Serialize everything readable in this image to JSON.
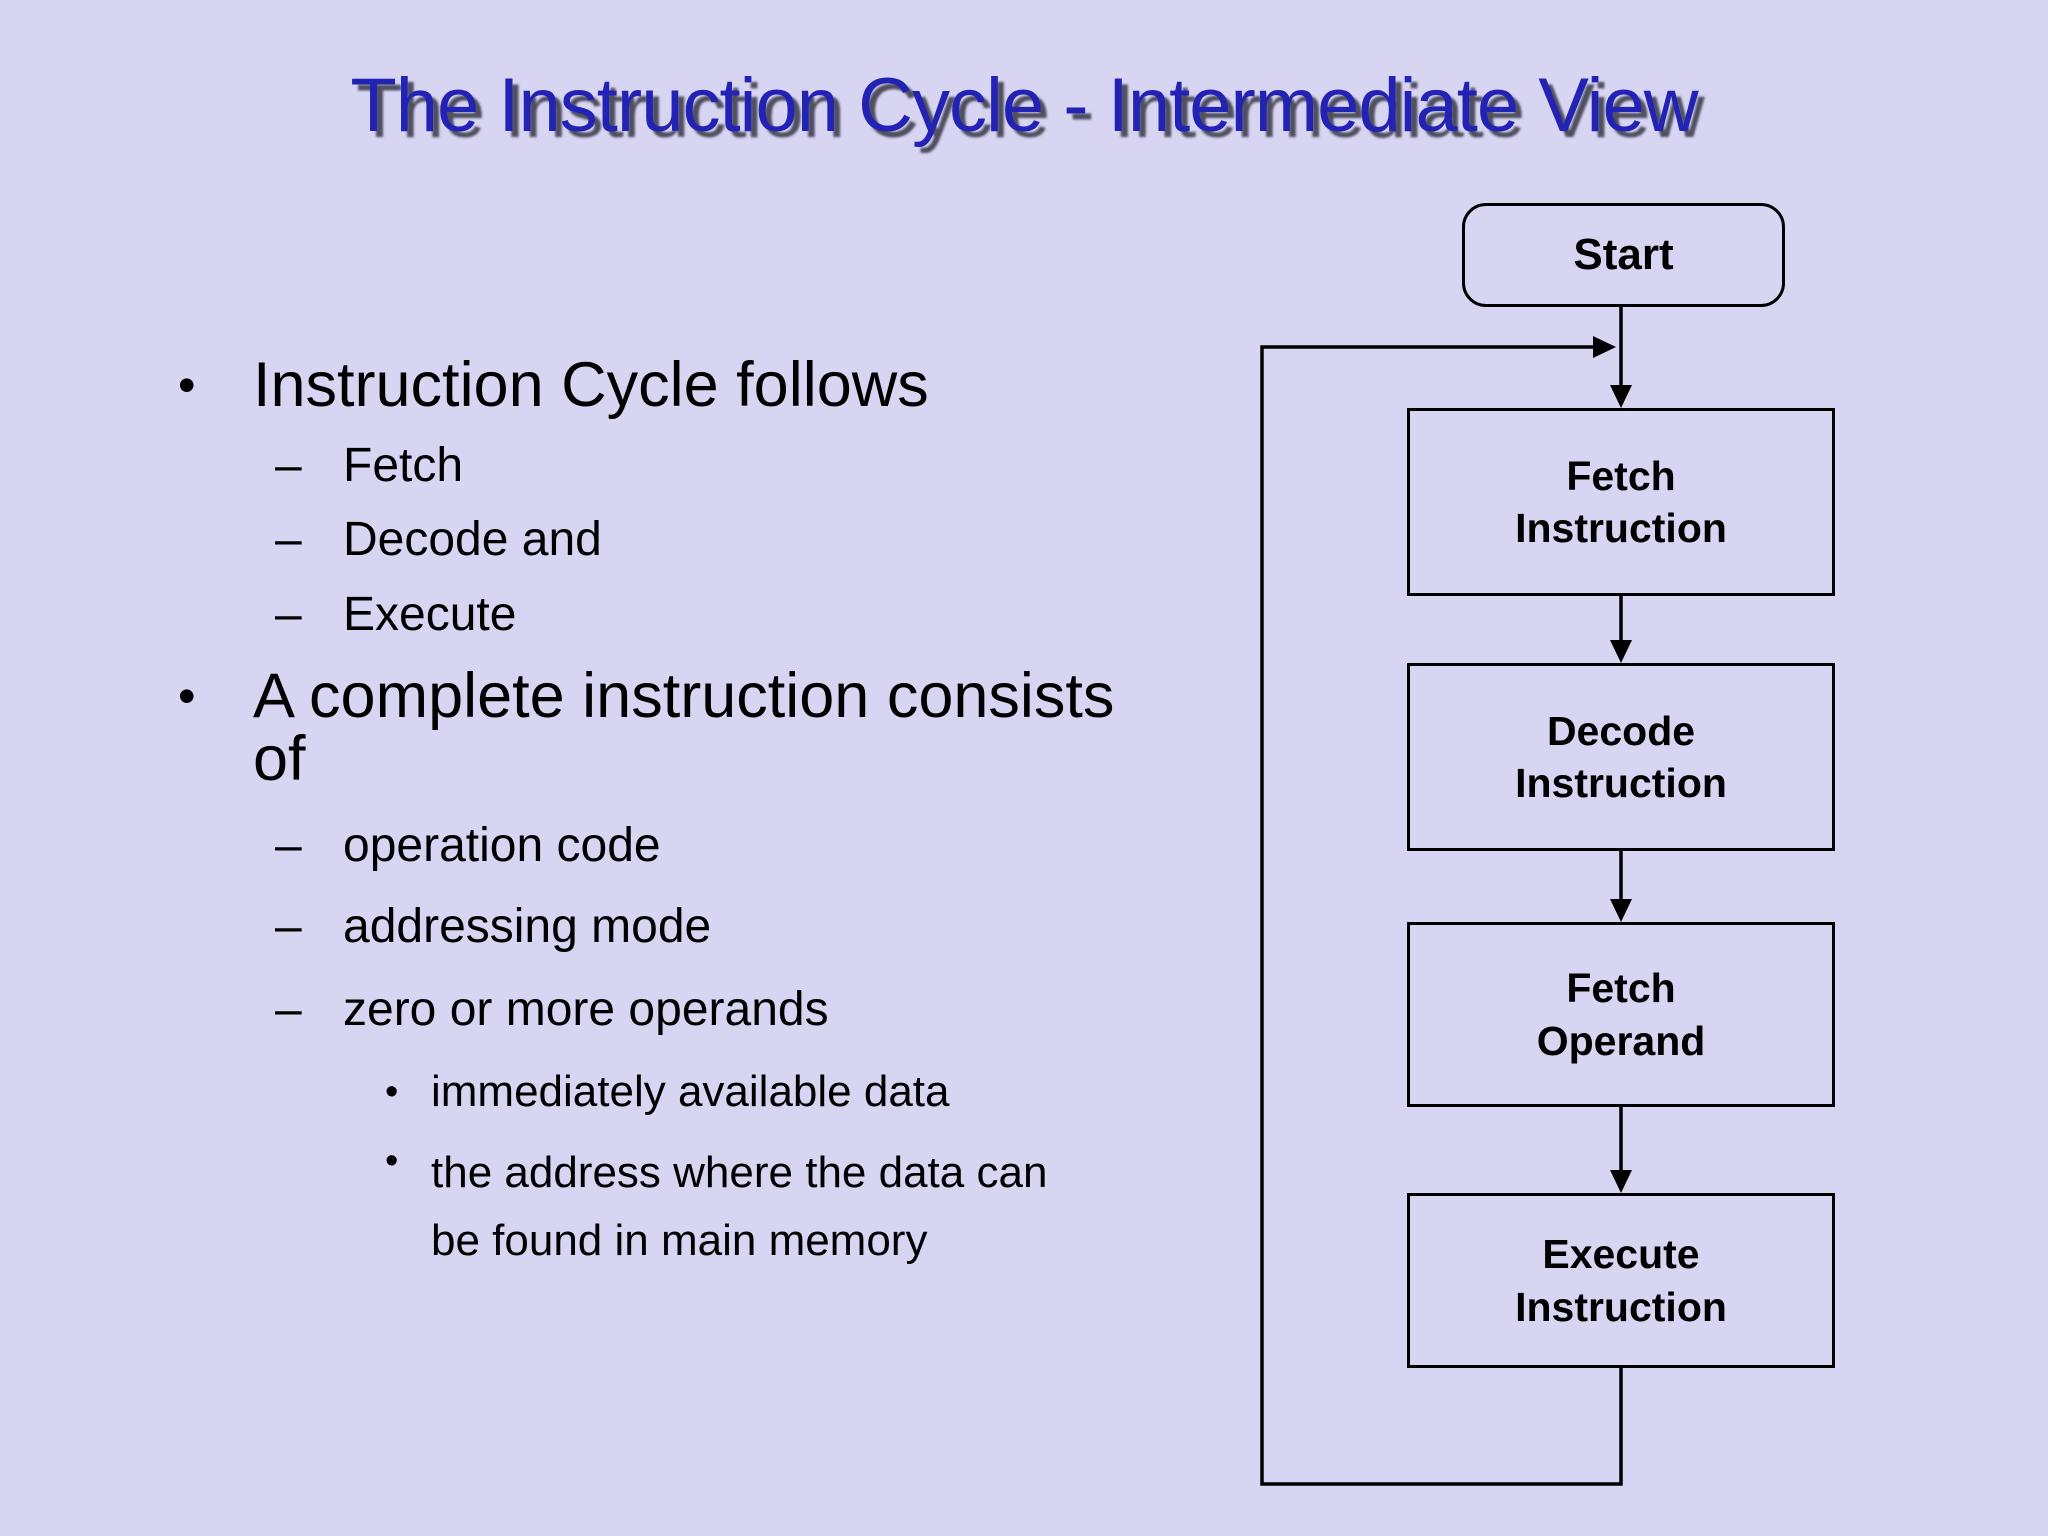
{
  "slide": {
    "title": "The Instruction Cycle - Intermediate View",
    "bullets": [
      {
        "level": 1,
        "marker": "•",
        "text": "Instruction Cycle follows"
      },
      {
        "level": 2,
        "marker": "–",
        "text": "Fetch"
      },
      {
        "level": 2,
        "marker": "–",
        "text": "Decode and"
      },
      {
        "level": 2,
        "marker": "–",
        "text": "Execute"
      },
      {
        "level": 1,
        "marker": "•",
        "text": "A complete instruction consists of"
      },
      {
        "level": 2,
        "marker": "–",
        "text": "operation code"
      },
      {
        "level": 2,
        "marker": "–",
        "text": "addressing mode"
      },
      {
        "level": 2,
        "marker": "–",
        "text": "zero or more operands"
      },
      {
        "level": 3,
        "marker": "•",
        "text": "immediately available data"
      },
      {
        "level": 3,
        "marker": "•",
        "text": "the address where the data can be found in main memory"
      }
    ],
    "flowchart": {
      "start_label": "Start",
      "steps": [
        {
          "label": "Fetch\nInstruction"
        },
        {
          "label": "Decode\nInstruction"
        },
        {
          "label": "Fetch\nOperand"
        },
        {
          "label": "Execute\nInstruction"
        }
      ]
    },
    "colors": {
      "background": "#d8d5f2",
      "title": "#2222b4",
      "text": "#000000",
      "line": "#000000"
    }
  }
}
